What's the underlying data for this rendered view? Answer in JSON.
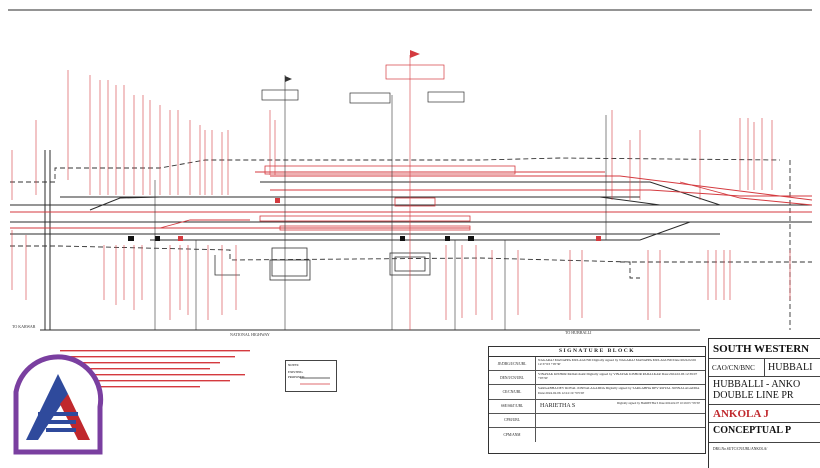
{
  "signature_block": {
    "title": "SIGNATURE BLOCK",
    "rows": [
      {
        "role": "JE/DRG/I/CN/UBL",
        "text": "NAGARAJ MANAPPA MULAGUND Digitally signed by NAGARAJ MANAPPA MULAGUND Date:2024.02.06 12:37:03 +05'30'"
      },
      {
        "role": "DEN/I/CN/UBL",
        "text": "VINAYAK KISHOR PADALKAR Digitally signed by VINAYAK KISHOR PADALKAR Date:2024.02.06 12:39:07 +05'30'"
      },
      {
        "role": "CE/CN/UBL",
        "text": "SARGABHA DEV ROYAL JONNALAGADDA Digitally signed by SARGABHA DEV ROYAL JONNALAGADDA Date:2024.02.06 12:41:19 +05'30'"
      },
      {
        "role": "SSE/S&T/UBL",
        "name": "HARIETHA S",
        "stamp": "Digitally signed by HARIETHA S Date:2024.02.07 10:16:03 +05'30'"
      },
      {
        "role": "CPM/UBL",
        "text": ""
      },
      {
        "role": "CPM/ANM",
        "text": ""
      }
    ]
  },
  "title_block": {
    "company": "SOUTH WESTERN",
    "office": "CAO/CN/BNC",
    "division": "HUBBALI",
    "project_line1": "HUBBALLI - ANKO",
    "project_line2": "DOUBLE LINE PR",
    "station": "ANKOLA J",
    "drawing_type": "CONCEPTUAL P",
    "drawing_no": "DRG.No.SUTC/CN/UBL/ANKOLA/"
  },
  "notes": {
    "title": "NOTES:",
    "legend": [
      "EXISTING",
      "PROPOSED"
    ]
  },
  "labels": {
    "left_end": "TO KARWAR",
    "right_end": "TO HUBBALLI",
    "highway": "NATIONAL HIGHWAY"
  },
  "colors": {
    "existing": "#2b2b2b",
    "proposed": "#d43a3f",
    "logo_blue": "#2f4a9c",
    "logo_red": "#c0282d",
    "logo_ring": "#7a3fa0"
  }
}
